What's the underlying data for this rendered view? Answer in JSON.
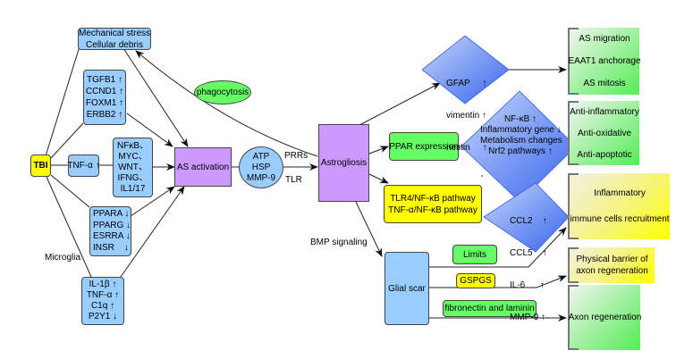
{
  "nodes": {
    "mechanical": [
      "Mechanical stress",
      "Cellular debris"
    ],
    "tgfb_group": [
      "TGFB1 ↑",
      "CCND1 ↑",
      "FOXM1 ↑",
      "ERBB2 ↑"
    ],
    "tbi": "TBI",
    "tnf": "TNF-α ↑",
    "nfkb_group": [
      "NFκB、",
      "MYC、",
      "WNT、",
      "IFNG、",
      "IL1/17"
    ],
    "ppar_group": [
      "PPARA ↓",
      "PPARG ↓",
      "ESRRA ↓",
      "INSR    ↓"
    ],
    "microglia_group": [
      "IL-1β ↑",
      "TNF-α ↑",
      "C1q ↑",
      "P2Y1 ↓"
    ],
    "as_activation": "AS activation",
    "phagocytosis": "phagocytosis",
    "damp_circle": [
      "ATP",
      "HSP",
      "MMP-9"
    ],
    "astrogliosis": "Astrogliosis",
    "ppar_expression": "PPAR expression",
    "tlr4_pathway": [
      "TLR4/NF-κB pathway",
      "TNF-α/NF-κB pathway"
    ],
    "glial_scar": "Glial scar",
    "limits": "Limits",
    "gspgs": "GSPGS",
    "fibronectin": "fibronectin and laminin",
    "gfap_diamond": [
      "GFAP     ↑",
      "vimentin ↑",
      "nestin     ↑"
    ],
    "nfkb_diamond": [
      "NF-κB ↑",
      "Inflammatory gene ↓",
      "Metabolism changes",
      "Nrf2 pathways ↑"
    ],
    "ccl_diamond": [
      "CCL2    ↑",
      "CCL5    ↑",
      "IL-6      ↑",
      "MMP-9 ↑"
    ],
    "outcome_migration": [
      "AS migration",
      "EAAT1 anchorage",
      "AS mitosis"
    ],
    "outcome_anti": [
      "Anti-inflammatory",
      "Anti-oxidative",
      "Anti-apoptotic"
    ],
    "outcome_inflammatory": [
      "Inflammatory",
      "immune cells recruitment"
    ],
    "outcome_barrier": [
      "Physical barrier of",
      "axon regeneration"
    ],
    "outcome_axon": "Axon regeneration"
  },
  "edge_labels": {
    "microglia": "Microglia",
    "prrs": "PRRs",
    "tlr": "TLR",
    "bmp": "BMP signaling"
  },
  "colors": {
    "blue_node": "#99ccff",
    "purple_node": "#cc99ff",
    "yellow_node": "#ffff00",
    "green_node": "#66ff66",
    "diamond_blue": "#5a82f0"
  }
}
